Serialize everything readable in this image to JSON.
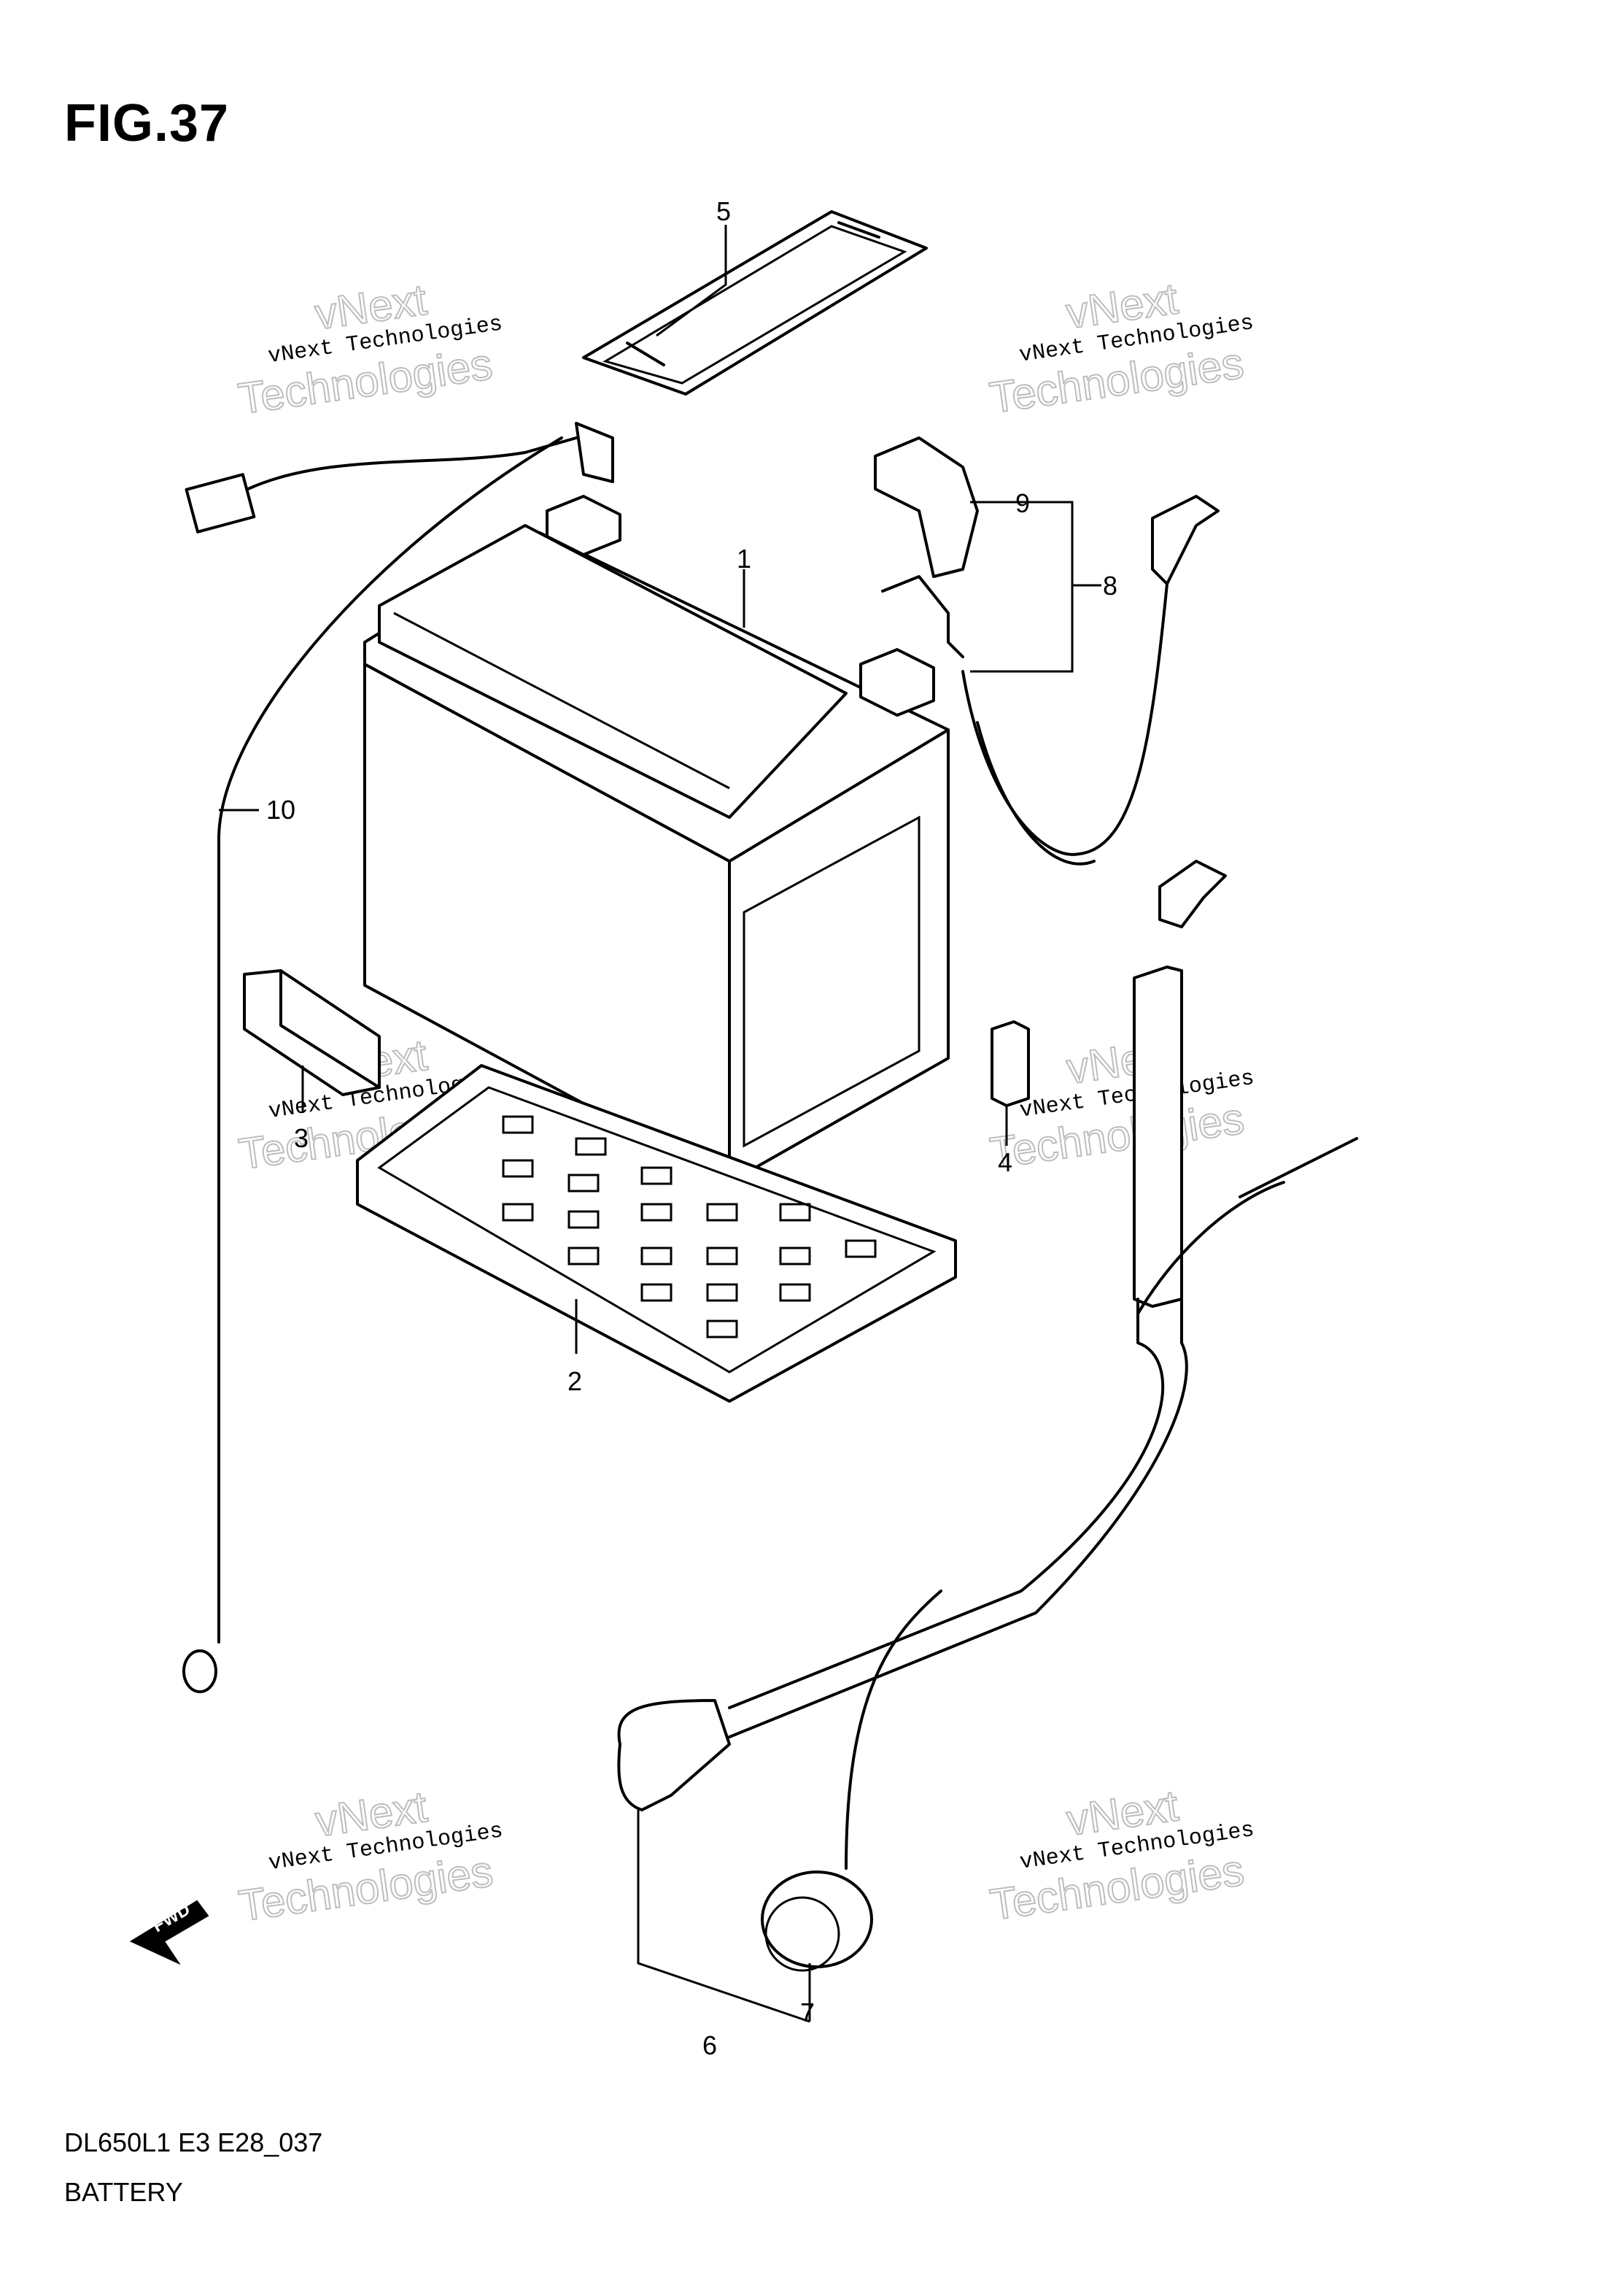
{
  "figure": {
    "title": "FIG.37",
    "model_code": "DL650L1 E3 E28_037",
    "section": "BATTERY"
  },
  "callouts": [
    {
      "id": "battery",
      "number": "1"
    },
    {
      "id": "battery-tray",
      "number": "2"
    },
    {
      "id": "pad-3",
      "number": "3"
    },
    {
      "id": "pad-4",
      "number": "4"
    },
    {
      "id": "battery-band",
      "number": "5"
    },
    {
      "id": "negative-lead",
      "number": "6"
    },
    {
      "id": "terminal-cover-7",
      "number": "7"
    },
    {
      "id": "positive-lead",
      "number": "8"
    },
    {
      "id": "terminal-cover-9",
      "number": "9"
    },
    {
      "id": "ground-lead",
      "number": "10"
    }
  ],
  "watermark": {
    "line1": "vNext Technologies",
    "line2": "vNext",
    "line3": "Technologies"
  },
  "direction_marker": "FWD"
}
